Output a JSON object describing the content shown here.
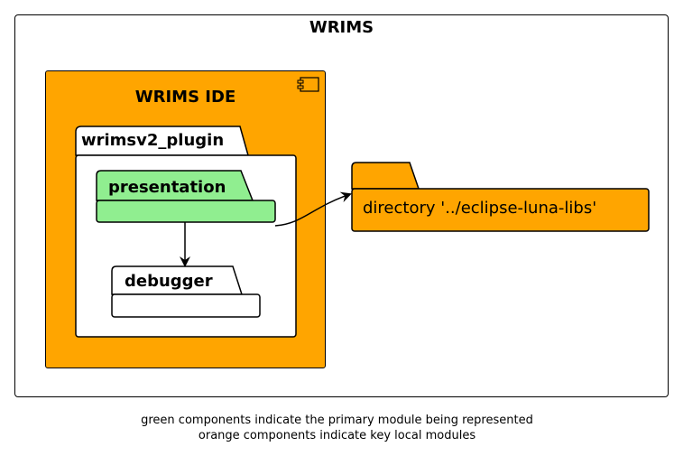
{
  "diagram": {
    "title": "WRIMS",
    "ide": {
      "title": "WRIMS IDE",
      "icon": "component-icon",
      "color": "#ffa500"
    },
    "plugin_package": {
      "label": "wrimsv2_plugin"
    },
    "presentation_package": {
      "label": "presentation",
      "color": "#90ee90"
    },
    "debugger_package": {
      "label": "debugger"
    },
    "directory_package": {
      "label": "directory '../eclipse-luna-libs'",
      "color": "#ffa500"
    },
    "caption": {
      "line1": "green components indicate the primary module being represented",
      "line2": "orange components indicate key local modules"
    }
  }
}
